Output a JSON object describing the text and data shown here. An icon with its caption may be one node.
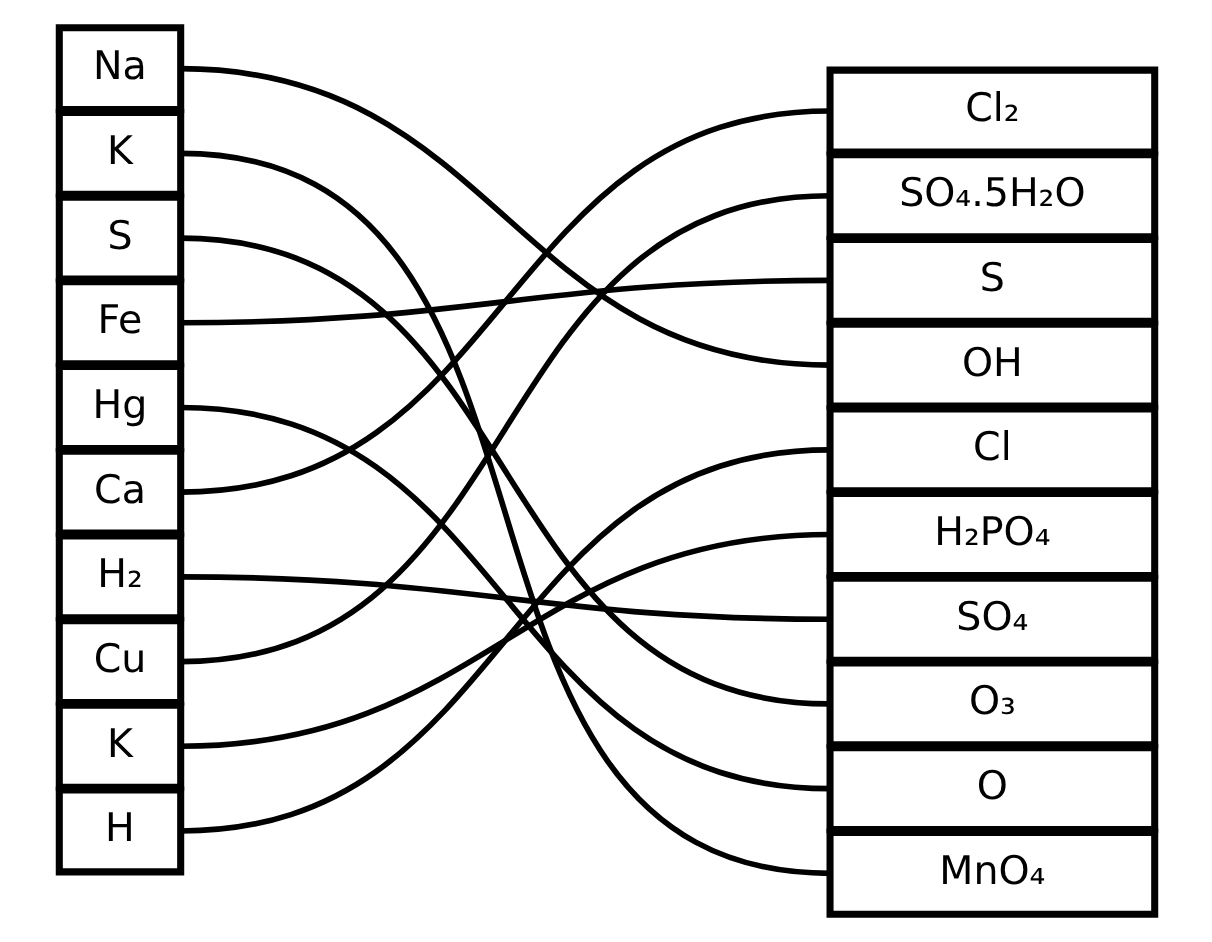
{
  "diagram": {
    "nodes": [
      {
        "text": [
          "Na"
        ]
      },
      {
        "text": [
          "K"
        ]
      },
      {
        "text": [
          "S"
        ]
      },
      {
        "text": [
          "Fe"
        ]
      },
      {
        "text": [
          "Hg"
        ]
      },
      {
        "text": [
          "Ca"
        ]
      },
      {
        "text": [
          "H₂"
        ]
      },
      {
        "text": [
          "Cu"
        ]
      },
      {
        "text": [
          "K"
        ]
      },
      {
        "text": [
          "H"
        ]
      },
      {
        "text": [
          "Cl₂"
        ]
      },
      {
        "text": [
          "SO₄.5H₂O"
        ]
      },
      {
        "text": [
          "S"
        ]
      },
      {
        "text": [
          "OH"
        ]
      },
      {
        "text": [
          "Cl"
        ]
      },
      {
        "text": [
          "H₂PO₄"
        ]
      },
      {
        "text": [
          "SO₄"
        ]
      },
      {
        "text": [
          "O₃"
        ]
      },
      {
        "text": [
          "O"
        ]
      },
      {
        "text": [
          "MnO₄"
        ]
      }
    ],
    "edges": [
      {
        "from": 0,
        "to": 13,
        "arrow": "none"
      },
      {
        "from": 1,
        "to": 19,
        "arrow": "none"
      },
      {
        "from": 2,
        "to": 17,
        "arrow": "none"
      },
      {
        "from": 3,
        "to": 12,
        "arrow": "none"
      },
      {
        "from": 4,
        "to": 18,
        "arrow": "none"
      },
      {
        "from": 5,
        "to": 10,
        "arrow": "none"
      },
      {
        "from": 6,
        "to": 16,
        "arrow": "none"
      },
      {
        "from": 7,
        "to": 11,
        "arrow": "none"
      },
      {
        "from": 8,
        "to": 15,
        "arrow": "none"
      },
      {
        "from": 9,
        "to": 14,
        "arrow": "none"
      }
    ]
  }
}
